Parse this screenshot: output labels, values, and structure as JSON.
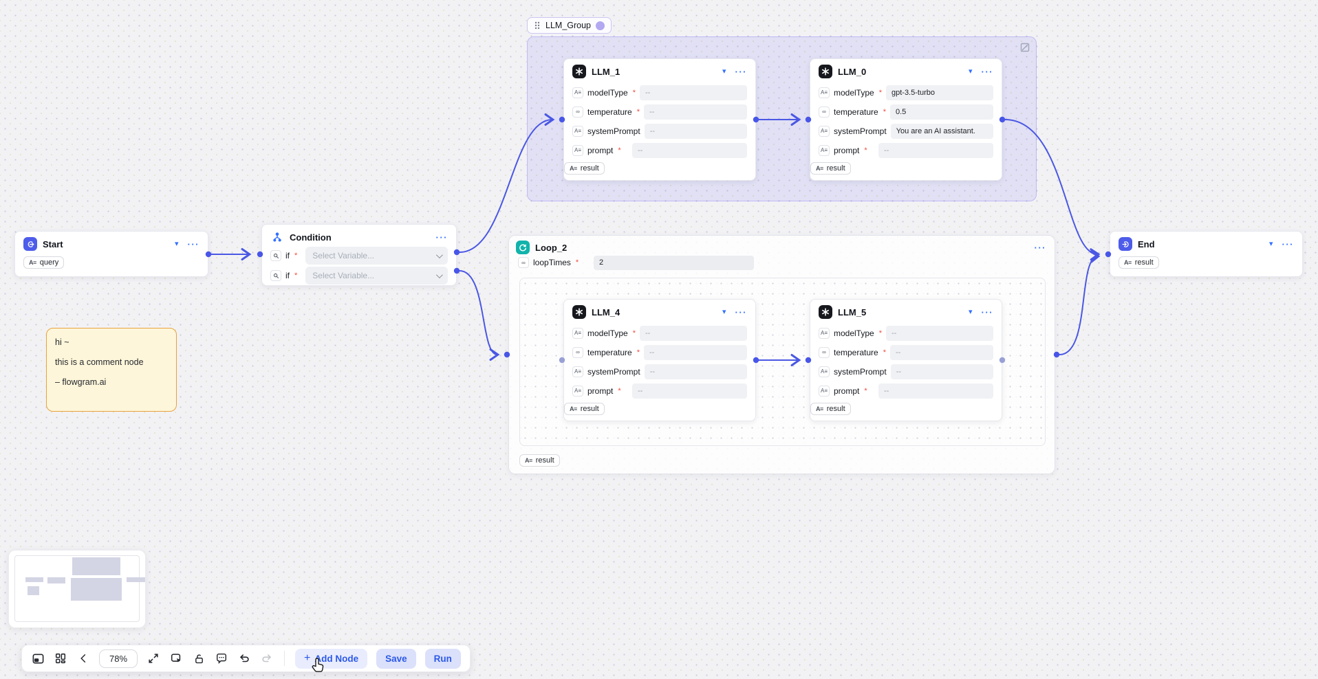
{
  "group": {
    "label": "LLM_Group"
  },
  "nodes": {
    "start": {
      "title": "Start",
      "badge": "query"
    },
    "condition": {
      "title": "Condition",
      "rows": [
        {
          "label": "if",
          "placeholder": "Select Variable..."
        },
        {
          "label": "if",
          "placeholder": "Select Variable..."
        }
      ]
    },
    "llm_1": {
      "title": "LLM_1",
      "fields": [
        {
          "label": "modelType",
          "value": "--"
        },
        {
          "label": "temperature",
          "value": "--"
        },
        {
          "label": "systemPrompt",
          "value": "--"
        },
        {
          "label": "prompt",
          "value": "--"
        }
      ],
      "result": "result"
    },
    "llm_0": {
      "title": "LLM_0",
      "fields": [
        {
          "label": "modelType",
          "value": "gpt-3.5-turbo"
        },
        {
          "label": "temperature",
          "value": "0.5"
        },
        {
          "label": "systemPrompt",
          "value": "You are an AI assistant."
        },
        {
          "label": "prompt",
          "value": "--"
        }
      ],
      "result": "result"
    },
    "llm_4": {
      "title": "LLM_4",
      "fields": [
        {
          "label": "modelType",
          "value": "--"
        },
        {
          "label": "temperature",
          "value": "--"
        },
        {
          "label": "systemPrompt",
          "value": "--"
        },
        {
          "label": "prompt",
          "value": "--"
        }
      ],
      "result": "result"
    },
    "llm_5": {
      "title": "LLM_5",
      "fields": [
        {
          "label": "modelType",
          "value": "--"
        },
        {
          "label": "temperature",
          "value": "--"
        },
        {
          "label": "systemPrompt",
          "value": "--"
        },
        {
          "label": "prompt",
          "value": "--"
        }
      ],
      "result": "result"
    },
    "loop": {
      "title": "Loop_2",
      "field_label": "loopTimes",
      "field_value": "2",
      "result": "result"
    },
    "end": {
      "title": "End",
      "badge": "result"
    },
    "comment": {
      "lines": [
        "hi ~",
        "this is a comment node",
        "– flowgram.ai"
      ]
    }
  },
  "toolbar": {
    "zoom": "78%",
    "add_node": "Add Node",
    "save": "Save",
    "run": "Run"
  },
  "icons": {
    "ellipsis": "···",
    "collapse": "▾",
    "string_type": "A≡",
    "number_type": "∞",
    "required": "*",
    "plus": "+"
  },
  "colors": {
    "accent_blue": "#3370ff",
    "edge": "#4a57e4",
    "loop_teal": "#11b3ab",
    "node_indigo": "#4d5ce9",
    "llm_black": "#16181d",
    "group_purple": "#6c5ff0",
    "comment_border": "#e8a23c",
    "comment_bg": "#fdf6da",
    "required_red": "#f5483f"
  }
}
